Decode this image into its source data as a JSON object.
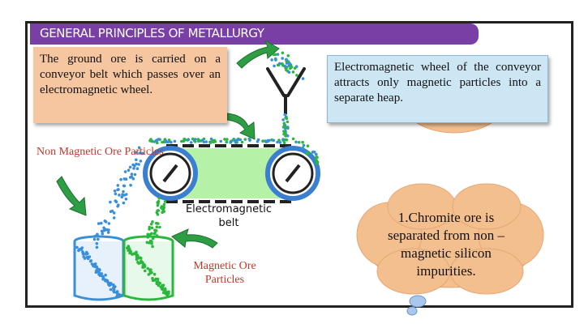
{
  "title": "GENERAL PRINCIPLES OF METALLURGY",
  "left_box_text": "The ground ore is carried on a conveyor belt which passes over an electromagnetic wheel.",
  "right_box_text": "Electromagnetic wheel of the conveyor attracts only magnetic particles into a separate heap.",
  "label_non_magnetic": "Non Magnetic Ore Particles",
  "label_magnetic": "Magnetic Ore Particles",
  "label_belt": "Electromagnetic belt",
  "cloud_text": "1.Chromite ore is separated from non – magnetic silicon impurities.",
  "colors": {
    "title_bar": "#7a3fa5",
    "left_box": "#f5c69f",
    "right_box": "#cde6f4",
    "cloud": "#f3bf8f",
    "belt": "#b6f1a8",
    "wheel": "#3a7fd0",
    "arrow": "#2e9e44",
    "label_red": "#c0392b",
    "magnetic_particles": "#2bb63d",
    "nonmagnetic_particles": "#3a8fd8"
  },
  "icons": [
    "funnel-icon",
    "conveyor-wheel-icon",
    "beaker-icon",
    "cloud-icon",
    "arrow-icon"
  ]
}
